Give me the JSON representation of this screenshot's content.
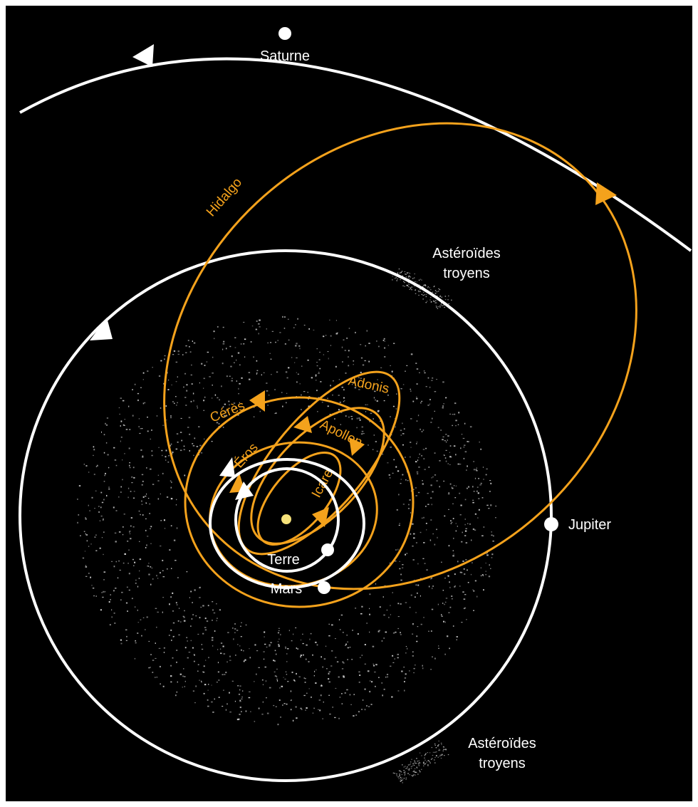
{
  "colors": {
    "background": "#000000",
    "planet_orbit": "#ffffff",
    "asteroid_orbit": "#f4a21c",
    "sun": "#f6e27a",
    "asteroid_belt": "#d8d8d8"
  },
  "labels": {
    "saturne": "Saturne",
    "jupiter": "Jupiter",
    "terre": "Terre",
    "mars": "Mars",
    "trojans_top_line1": "Astéroïdes",
    "trojans_top_line2": "troyens",
    "trojans_bottom_line1": "Astéroïdes",
    "trojans_bottom_line2": "troyens",
    "hidalgo": "Hidalgo",
    "ceres": "Cérès",
    "adonis": "Adonis",
    "apollon": "Apollon",
    "eros": "Éros",
    "icare": "Icare"
  }
}
